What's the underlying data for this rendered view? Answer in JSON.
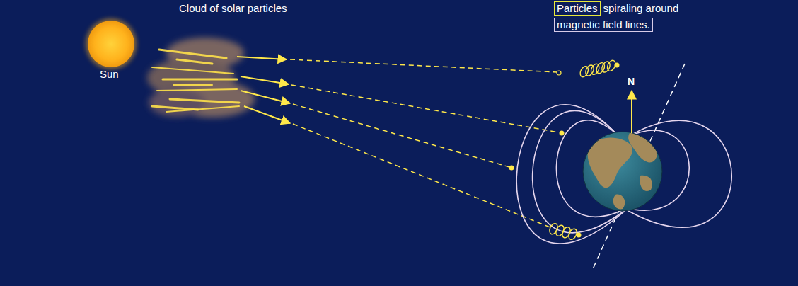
{
  "diagram": {
    "nodes": [
      {
        "text": [
          "Particles"
        ]
      },
      {
        "text": [
          "magnetic field lines."
        ]
      }
    ],
    "labels": [
      "Cloud of solar particles",
      "Sun",
      "spiraling around",
      "N"
    ]
  }
}
